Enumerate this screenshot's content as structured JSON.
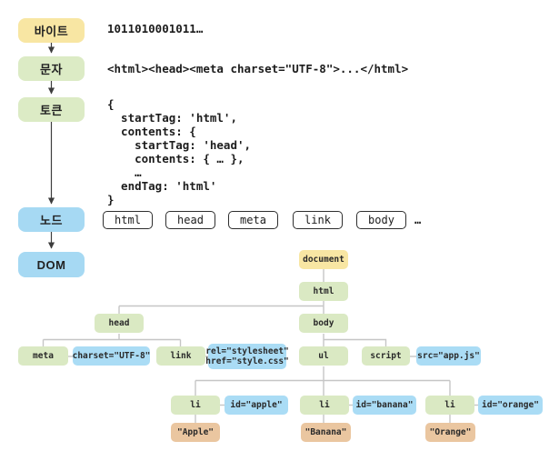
{
  "pipeline": {
    "stages": [
      {
        "label": "바이트"
      },
      {
        "label": "문자"
      },
      {
        "label": "토큰"
      },
      {
        "label": "노드"
      },
      {
        "label": "DOM"
      }
    ],
    "bytes_value": "1011010001011…",
    "characters_value": "<html><head><meta charset=\"UTF-8\">...</html>",
    "token_code": "{\n  startTag: 'html',\n  contents: {\n    startTag: 'head',\n    contents: { … },\n    …\n  endTag: 'html'\n}",
    "node_chips": [
      "html",
      "head",
      "meta",
      "link",
      "body"
    ],
    "node_chips_ellipsis": "…"
  },
  "dom_tree": {
    "document": "document",
    "html": "html",
    "head": "head",
    "body": "body",
    "meta": "meta",
    "meta_attr": "charset=\"UTF-8\"",
    "link": "link",
    "link_attr": "rel=\"stylesheet\"\nhref=\"style.css\"",
    "ul": "ul",
    "script": "script",
    "script_attr": "src=\"app.js\"",
    "li_items": [
      {
        "tag": "li",
        "attr": "id=\"apple\"",
        "text": "\"Apple\""
      },
      {
        "tag": "li",
        "attr": "id=\"banana\"",
        "text": "\"Banana\""
      },
      {
        "tag": "li",
        "attr": "id=\"orange\"",
        "text": "\"Orange\""
      }
    ]
  },
  "colors": {
    "stage_yellow": "#F8E6A3",
    "stage_green": "#DCEBC5",
    "stage_blue": "#A6D9F3",
    "tree_green": "#DAE9C3",
    "attr_blue": "#AADCF5",
    "text_node_orange": "#EAC6A0",
    "connector_gray": "#C6C6C6",
    "arrow_dark": "#3d3d3d"
  }
}
